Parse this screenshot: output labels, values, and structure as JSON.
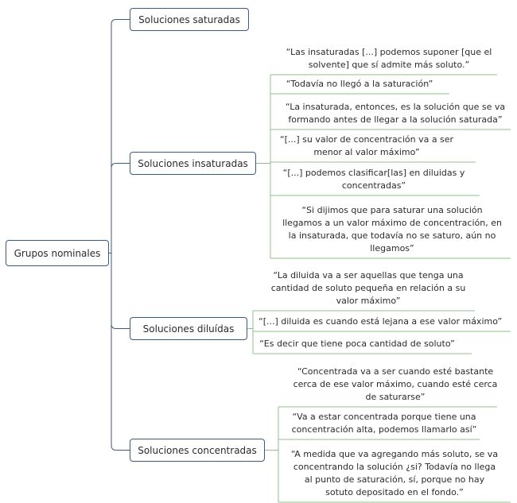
{
  "root": {
    "label": "Grupos nominales"
  },
  "branches": [
    {
      "label": "Soluciones saturadas",
      "quotes": []
    },
    {
      "label": "Soluciones insaturadas",
      "quotes": [
        [
          "“Las insaturadas [...] podemos suponer [que el",
          "solvente] que sí admite más soluto.”"
        ],
        [
          "“Todavía no llegó a la saturación”"
        ],
        [
          "“La insaturada, entonces, es la solución que se va",
          "formando antes de llegar a la solución saturada”"
        ],
        [
          "“[...]  su valor de concentración va a ser",
          "menor al valor máximo”"
        ],
        [
          "“[...] podemos clasificar[las] en diluidas y",
          "concentradas”"
        ],
        [
          "“Si dijimos que para saturar una solución",
          "llegamos a un valor máximo de concentración, en",
          "la insaturada, que todavía no se saturo, aún no",
          "llegamos”"
        ]
      ]
    },
    {
      "label": "Soluciones diluídas",
      "quotes": [
        [
          "“La diluida va a ser aquellas que tenga una",
          "cantidad de soluto pequeña en relación a su",
          "valor máximo”"
        ],
        [
          "“[...] diluida es cuando está lejana a ese valor máximo”"
        ],
        [
          "“Es decir que tiene poca cantidad de soluto”"
        ]
      ]
    },
    {
      "label": "Soluciones concentradas",
      "quotes": [
        [
          "“Concentrada va a ser cuando esté bastante",
          "cerca de ese valor máximo, cuando esté cerca",
          "de saturarse”"
        ],
        [
          "“Va a estar concentrada porque tiene una",
          "concentración alta, podemos llamarlo así”"
        ],
        [
          "“A medida que va agregando más soluto, se va",
          "concentrando la solución ¿si? Todavía no llega",
          "al punto de saturación, sí, porque no hay",
          "sotuto depositado en el fondo.”"
        ]
      ]
    }
  ],
  "colors": {
    "node_border": "#3d5a80",
    "root_line": "#3d5a80",
    "quote_line": "#8fc08c"
  }
}
